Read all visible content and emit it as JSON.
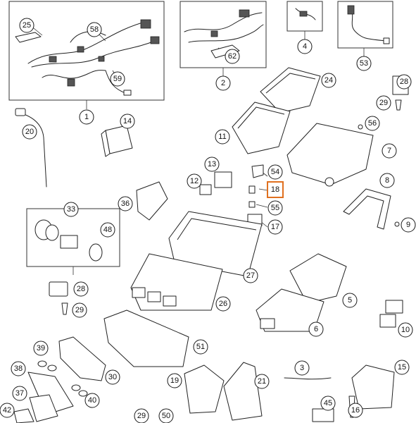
{
  "highlight_color": "#e0701f",
  "parts": [
    {
      "id": "p1",
      "label": "1"
    },
    {
      "id": "p2",
      "label": "2"
    },
    {
      "id": "p3",
      "label": "3"
    },
    {
      "id": "p4",
      "label": "4"
    },
    {
      "id": "p5",
      "label": "5"
    },
    {
      "id": "p6",
      "label": "6"
    },
    {
      "id": "p7",
      "label": "7"
    },
    {
      "id": "p8",
      "label": "8"
    },
    {
      "id": "p9",
      "label": "9"
    },
    {
      "id": "p10",
      "label": "10"
    },
    {
      "id": "p11",
      "label": "11"
    },
    {
      "id": "p12",
      "label": "12"
    },
    {
      "id": "p13",
      "label": "13"
    },
    {
      "id": "p14",
      "label": "14"
    },
    {
      "id": "p15",
      "label": "15"
    },
    {
      "id": "p16",
      "label": "16"
    },
    {
      "id": "p17",
      "label": "17"
    },
    {
      "id": "p18",
      "label": "18",
      "highlighted": true
    },
    {
      "id": "p19",
      "label": "19"
    },
    {
      "id": "p20",
      "label": "20"
    },
    {
      "id": "p21",
      "label": "21"
    },
    {
      "id": "p24",
      "label": "24"
    },
    {
      "id": "p25",
      "label": "25"
    },
    {
      "id": "p26",
      "label": "26"
    },
    {
      "id": "p27",
      "label": "27"
    },
    {
      "id": "p28a",
      "label": "28"
    },
    {
      "id": "p28b",
      "label": "28"
    },
    {
      "id": "p29a",
      "label": "29"
    },
    {
      "id": "p29b",
      "label": "29"
    },
    {
      "id": "p29c",
      "label": "29"
    },
    {
      "id": "p30",
      "label": "30"
    },
    {
      "id": "p33",
      "label": "33"
    },
    {
      "id": "p36",
      "label": "36"
    },
    {
      "id": "p37",
      "label": "37"
    },
    {
      "id": "p38",
      "label": "38"
    },
    {
      "id": "p39",
      "label": "39"
    },
    {
      "id": "p40",
      "label": "40"
    },
    {
      "id": "p42",
      "label": "42"
    },
    {
      "id": "p45",
      "label": "45"
    },
    {
      "id": "p48",
      "label": "48"
    },
    {
      "id": "p50",
      "label": "50"
    },
    {
      "id": "p51",
      "label": "51"
    },
    {
      "id": "p53",
      "label": "53"
    },
    {
      "id": "p54",
      "label": "54"
    },
    {
      "id": "p55",
      "label": "55"
    },
    {
      "id": "p56",
      "label": "56"
    },
    {
      "id": "p58",
      "label": "58"
    },
    {
      "id": "p59",
      "label": "59"
    },
    {
      "id": "p62",
      "label": "62"
    }
  ]
}
